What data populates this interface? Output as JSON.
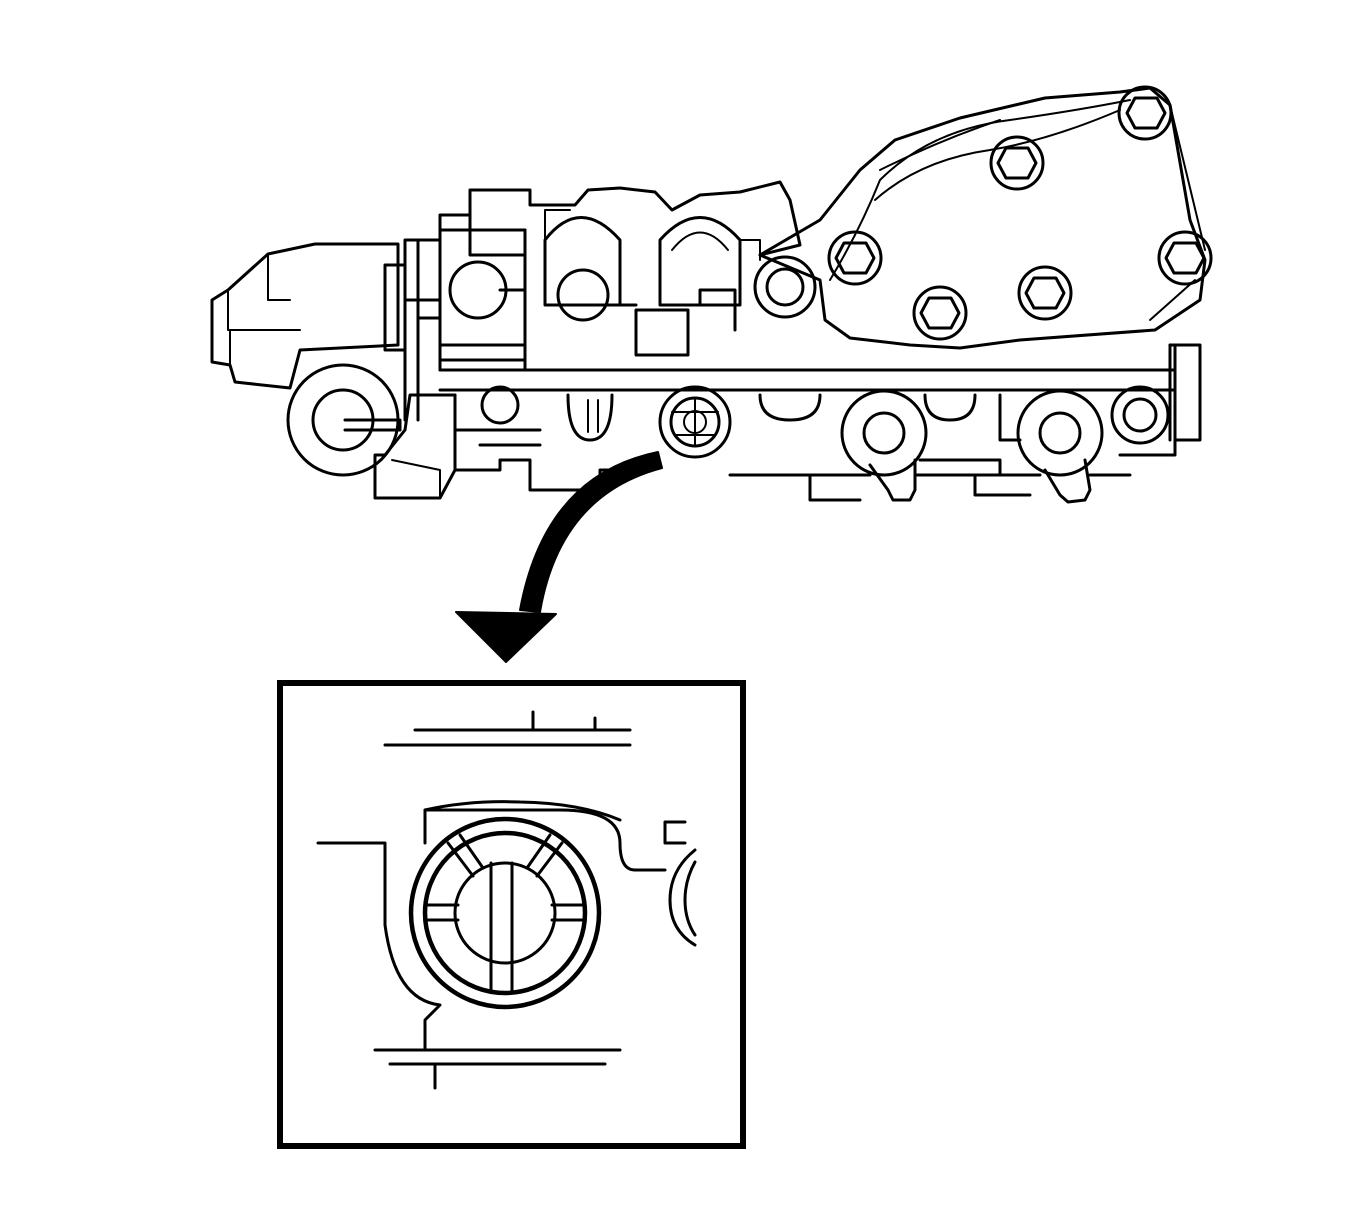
{
  "figure": {
    "labels": [],
    "colors": {
      "stroke": "#000000",
      "background": "#ffffff"
    },
    "parts": {
      "main_assembly": "valve-body-assembly",
      "callout_target": "check-ball-spring-seat",
      "detail_view": "magnified-detail-inset",
      "indicator": "curved-arrow"
    }
  }
}
